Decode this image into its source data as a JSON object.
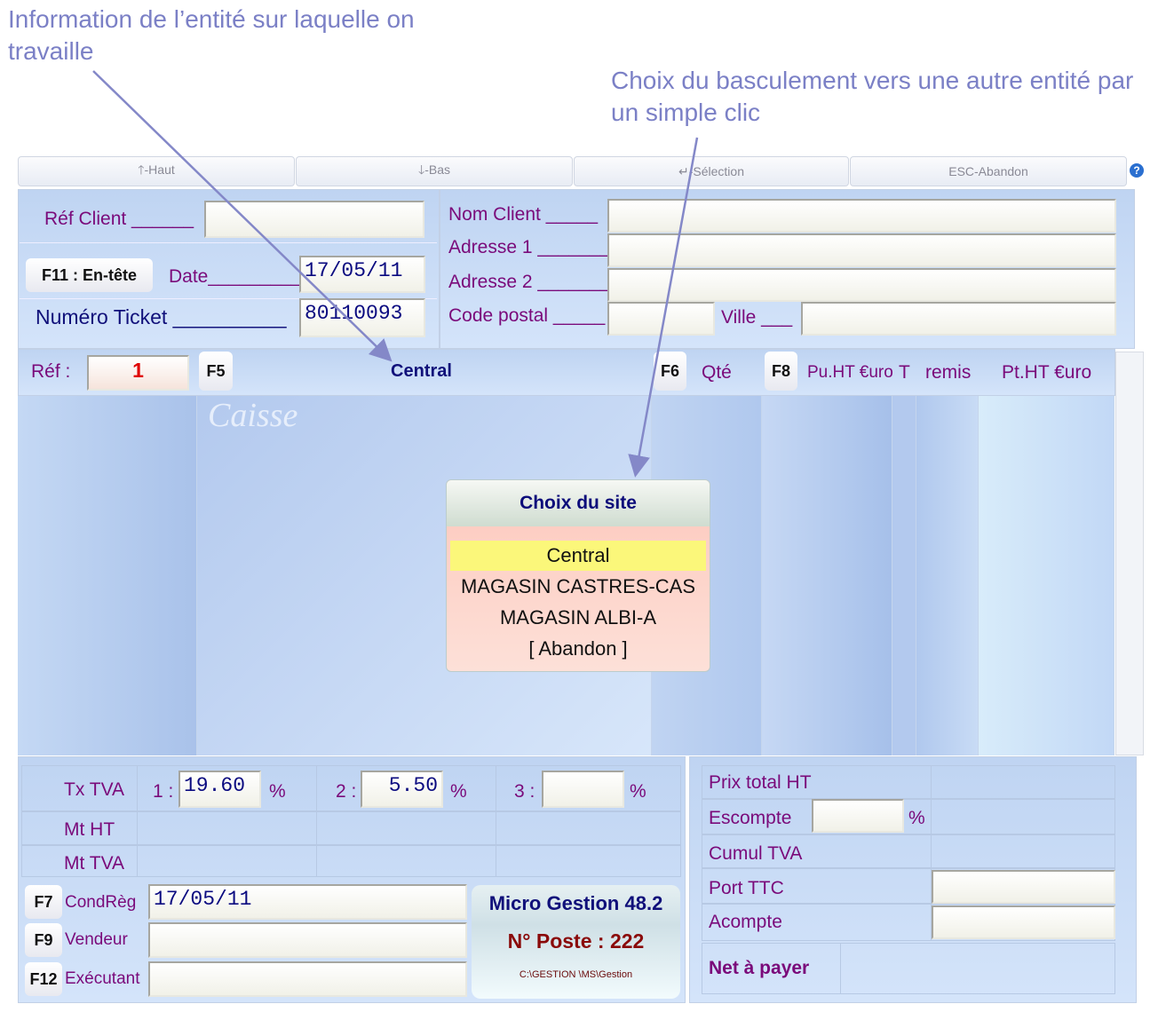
{
  "annotations": {
    "left": "Information de l’entité sur laquelle on travaille",
    "right": "Choix du basculement vers une autre entité par un simple clic"
  },
  "toolbar": {
    "up": "🡑-Haut",
    "down": "🡓-Bas",
    "select": "↵-Sélection",
    "abort": "ESC-Abandon",
    "help": "?"
  },
  "header": {
    "ref_client_label": "Réf Client ______",
    "ref_client": "",
    "f11": "F11 : En-tête",
    "date_label": "Date_________",
    "date": "17/05/11",
    "ticket_label": "Numéro Ticket __________",
    "ticket": "80110093",
    "nom_client_label": "Nom Client _____",
    "adresse1_label": "Adresse 1 ________",
    "adresse2_label": "Adresse 2 ________",
    "cp_label": "Code postal _____",
    "ville_label": "Ville ___",
    "nom_client": "",
    "adresse1": "",
    "adresse2": "",
    "cp": "",
    "ville": ""
  },
  "columns": {
    "ref_label": "Réf :",
    "ref_value": "1",
    "f5": "F5",
    "site": "Central",
    "f6": "F6",
    "qty": "Qté",
    "f8": "F8",
    "pu": "Pu.HT €uro",
    "t": "T",
    "remis": "remis",
    "pt": "Pt.HT €uro"
  },
  "watermark": "Caisse",
  "popup": {
    "title": "Choix du site",
    "options": [
      "Central",
      "MAGASIN CASTRES-CAS",
      "MAGASIN ALBI-A",
      "[ Abandon ]"
    ],
    "selected": 0
  },
  "vat": {
    "tx_label": "Tx TVA",
    "r1_label": "1 :",
    "r1": "19.60",
    "r2_label": "2 :",
    "r2": "5.50",
    "r3_label": "3 :",
    "r3": "",
    "pct": "%",
    "mt_ht": "Mt HT",
    "mt_tva": "Mt TVA"
  },
  "footer": {
    "f7": "F7",
    "condreg_label": "CondRèg",
    "condreg": "17/05/11",
    "f9": "F9",
    "vendeur_label": "Vendeur",
    "vendeur": "",
    "f12": "F12",
    "executant_label": "Exécutant",
    "executant": ""
  },
  "info": {
    "product": "Micro Gestion 48.2",
    "poste": "N° Poste : 222",
    "path": "C:\\GESTION \\MS\\Gestion"
  },
  "totals": {
    "prix_total_ht": "Prix total HT",
    "escompte": "Escompte",
    "pct": "%",
    "cumul_tva": "Cumul TVA",
    "port_ttc": "Port TTC",
    "acompte": "Acompte",
    "net": "Net à payer"
  }
}
